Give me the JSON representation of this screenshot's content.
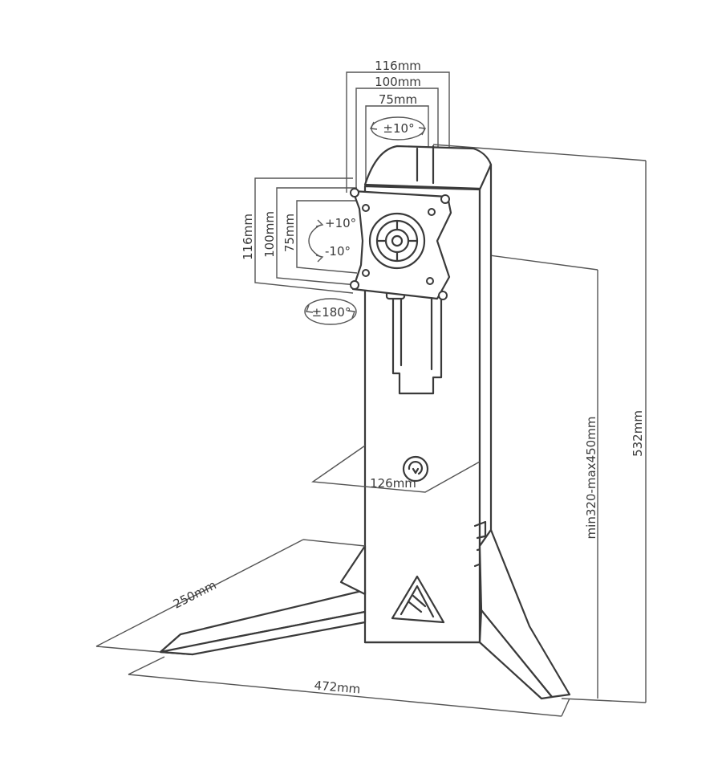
{
  "vesa_dimensions": {
    "top_116": "116mm",
    "top_100": "100mm",
    "top_75": "75mm",
    "side_116": "116mm",
    "side_100": "100mm",
    "side_75": "75mm"
  },
  "rotations": {
    "swivel": "±10°",
    "tilt_up": "+10°",
    "tilt_down": "-10°",
    "rotate": "±180°"
  },
  "stand_dimensions": {
    "column_depth": "126mm",
    "base_depth": "250mm",
    "base_width": "472mm",
    "height_range": "min320-max450mm",
    "total_height": "532mm"
  }
}
